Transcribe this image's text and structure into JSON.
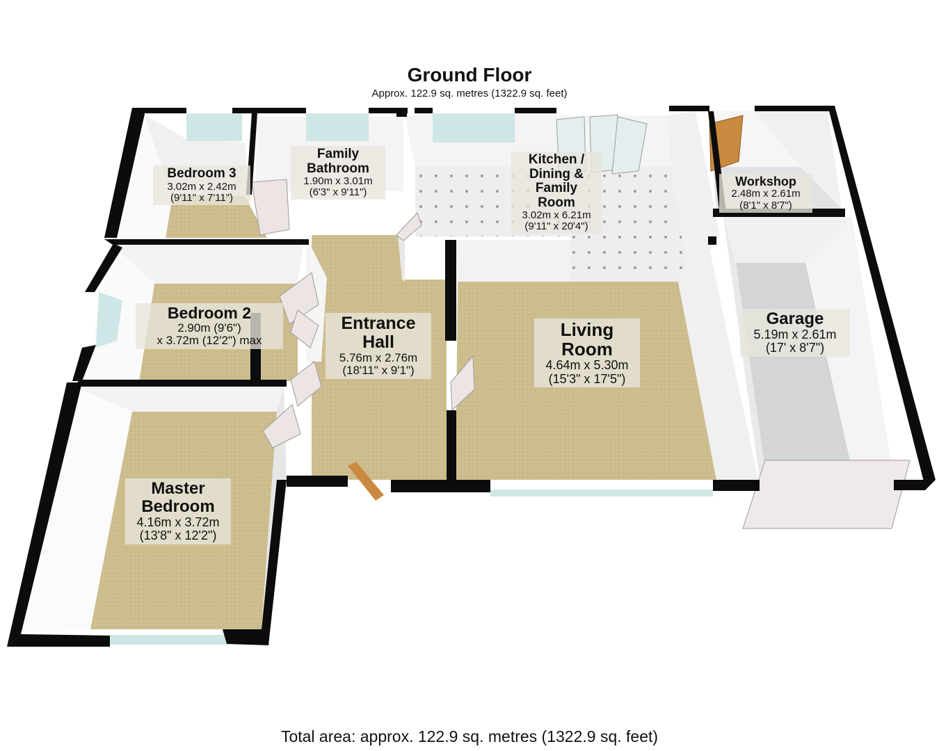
{
  "header": {
    "title": "Ground Floor",
    "subtitle": "Approx. 122.9 sq. metres (1322.9 sq. feet)"
  },
  "footer": {
    "total_area": "Total area: approx. 122.9 sq. metres (1322.9 sq. feet)"
  },
  "colors": {
    "carpet": "#cdbd8e",
    "tile": "#eeeeee",
    "tile_dot": "#9a9a9a",
    "garage_floor": "#d3d5d7",
    "wall_top": "#0c0c0c",
    "wall_face": "#f4f4f4",
    "window": "#cfe6e6",
    "door": "#ede4e4",
    "entry_door": "#c98a3f"
  },
  "rooms": {
    "bedroom3": {
      "name": "Bedroom 3",
      "dim_metric": "3.02m x 2.42m",
      "dim_imperial": "(9'11\" x 7'11\")"
    },
    "family_bathroom": {
      "name_line1": "Family",
      "name_line2": "Bathroom",
      "dim_metric": "1.90m x 3.01m",
      "dim_imperial": "(6'3\" x 9'11\")"
    },
    "kitchen": {
      "name_line1": "Kitchen /",
      "name_line2": "Dining &",
      "name_line3": "Family",
      "name_line4": "Room",
      "dim_metric": "3.02m x 6.21m",
      "dim_imperial": "(9'11\" x 20'4\")"
    },
    "workshop": {
      "name": "Workshop",
      "dim_metric": "2.48m x 2.61m",
      "dim_imperial": "(8'1\" x 8'7\")"
    },
    "bedroom2": {
      "name": "Bedroom 2",
      "dim_line1": "2.90m (9'6\")",
      "dim_line2": "x 3.72m (12'2\") max"
    },
    "entrance_hall": {
      "name_line1": "Entrance",
      "name_line2": "Hall",
      "dim_metric": "5.76m x 2.76m",
      "dim_imperial": "(18'11\" x 9'1\")"
    },
    "living_room": {
      "name_line1": "Living",
      "name_line2": "Room",
      "dim_metric": "4.64m x 5.30m",
      "dim_imperial": "(15'3\" x 17'5\")"
    },
    "garage": {
      "name": "Garage",
      "dim_metric": "5.19m x 2.61m",
      "dim_imperial": "(17' x 8'7\")"
    },
    "master_bedroom": {
      "name_line1": "Master",
      "name_line2": "Bedroom",
      "dim_metric": "4.16m x 3.72m",
      "dim_imperial": "(13'8\" x 12'2\")"
    }
  }
}
